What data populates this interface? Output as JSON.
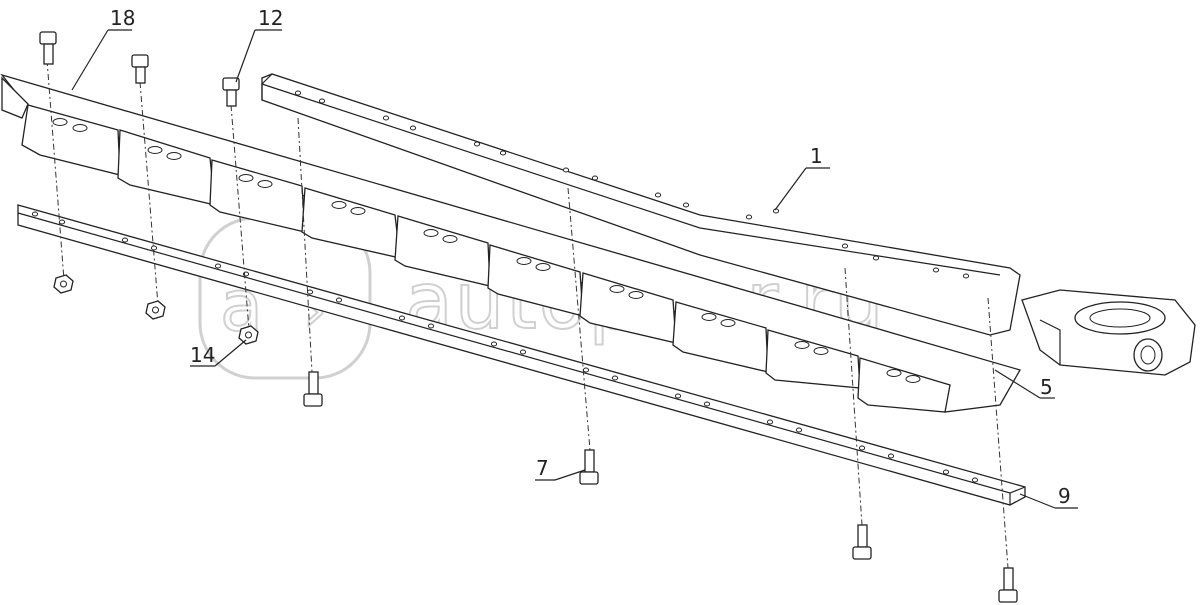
{
  "callouts": {
    "c1": "1",
    "c5": "5",
    "c7": "7",
    "c9": "9",
    "c12": "12",
    "c14": "14",
    "c18": "18"
  },
  "watermark": "autopiter.ru",
  "colors": {
    "line": "#222222",
    "watermark": "#d0d0d0",
    "background": "#ffffff"
  }
}
